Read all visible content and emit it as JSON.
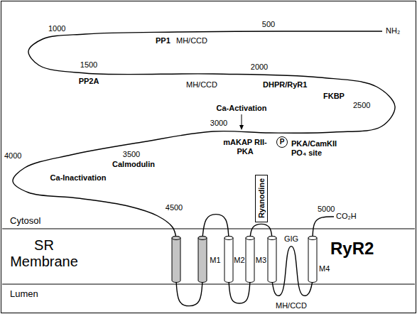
{
  "diagram": {
    "nodes": [
      {
        "text": [
          "P"
        ]
      },
      {
        "text": [
          "Ryanodine"
        ]
      }
    ],
    "labels": [
      "500",
      "NH₂",
      "PP1",
      "MH/CCD",
      "1000",
      "2000",
      "1500",
      "PP2A",
      "MH/CCD",
      "DHPR/RyR1",
      "FKBP",
      "2500",
      "Ca-Activation",
      "3000",
      "mAKAP RII-PKA",
      "PKA/CamKII PO₄ site",
      "3500",
      "Calmodulin",
      "4000",
      "Ca-Inactivation",
      "4500",
      "5000",
      "CO₂H",
      "Cytosol",
      "RyR2",
      "GIG",
      "SR Membrane",
      "M1",
      "M2",
      "M3",
      "M4",
      "Lumen",
      "MH/CCD"
    ]
  }
}
